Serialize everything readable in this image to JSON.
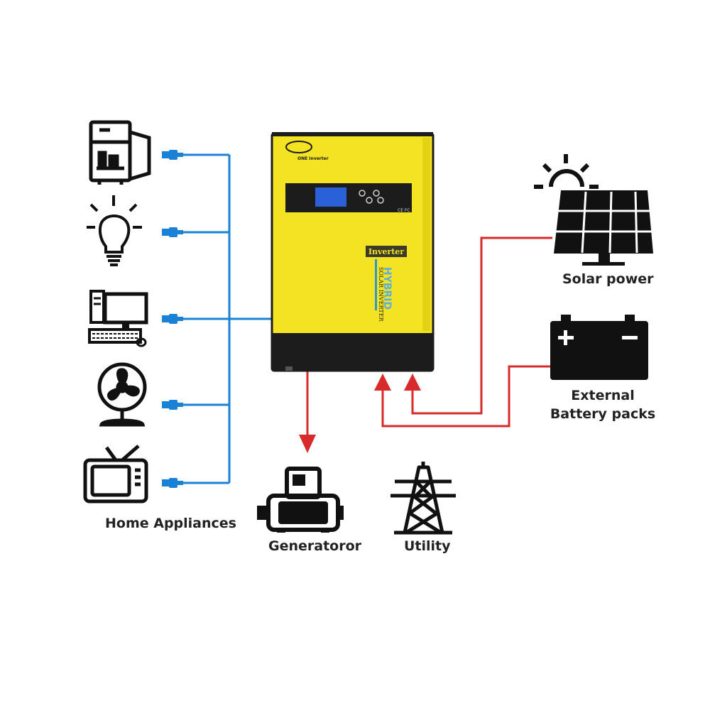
{
  "labels": {
    "home_appliances": "Home Appliances",
    "generator": "Generatoror",
    "utility": "Utility",
    "solar_power": "Solar power",
    "external_line1": "External",
    "external_line2": "Battery packs"
  },
  "inverter": {
    "brand": "ONE Inverter",
    "badge": "Inverter",
    "model_text": "HYBRID",
    "subtitle": "SOLAR INVERTER",
    "mark": "CE FC"
  },
  "colors": {
    "ac_lines": "#1a82d6",
    "dc_lines": "#d82a2a",
    "inverter_body": "#f3e322",
    "inverter_base": "#1c1c1c",
    "icons": "#111111"
  }
}
